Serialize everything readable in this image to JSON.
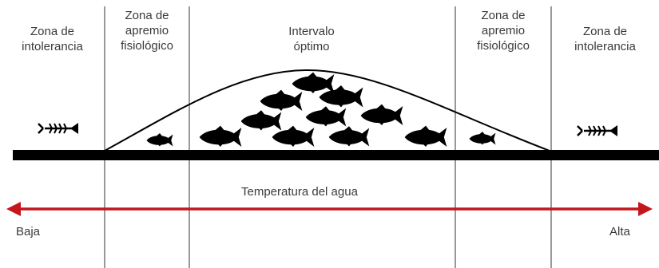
{
  "zones": [
    {
      "key": "intolerance-low",
      "label": "Zona de\nintolerancia"
    },
    {
      "key": "stress-low",
      "label": "Zona de\napremio\nfisiológico"
    },
    {
      "key": "optimal",
      "label": "Intervalo\nóptimo"
    },
    {
      "key": "stress-high",
      "label": "Zona de\napremio\nfisiológico"
    },
    {
      "key": "intolerance-high",
      "label": "Zona de\nintolerancia"
    }
  ],
  "axis": {
    "title": "Temperatura del agua",
    "low_label": "Baja",
    "high_label": "Alta"
  },
  "colors": {
    "arrow": "#c4161c",
    "baseline": "#000000",
    "divider": "#555555",
    "fish": "#000000"
  },
  "icons": {
    "fish": "fish-icon",
    "dead_fish": "fish-skeleton-icon"
  }
}
